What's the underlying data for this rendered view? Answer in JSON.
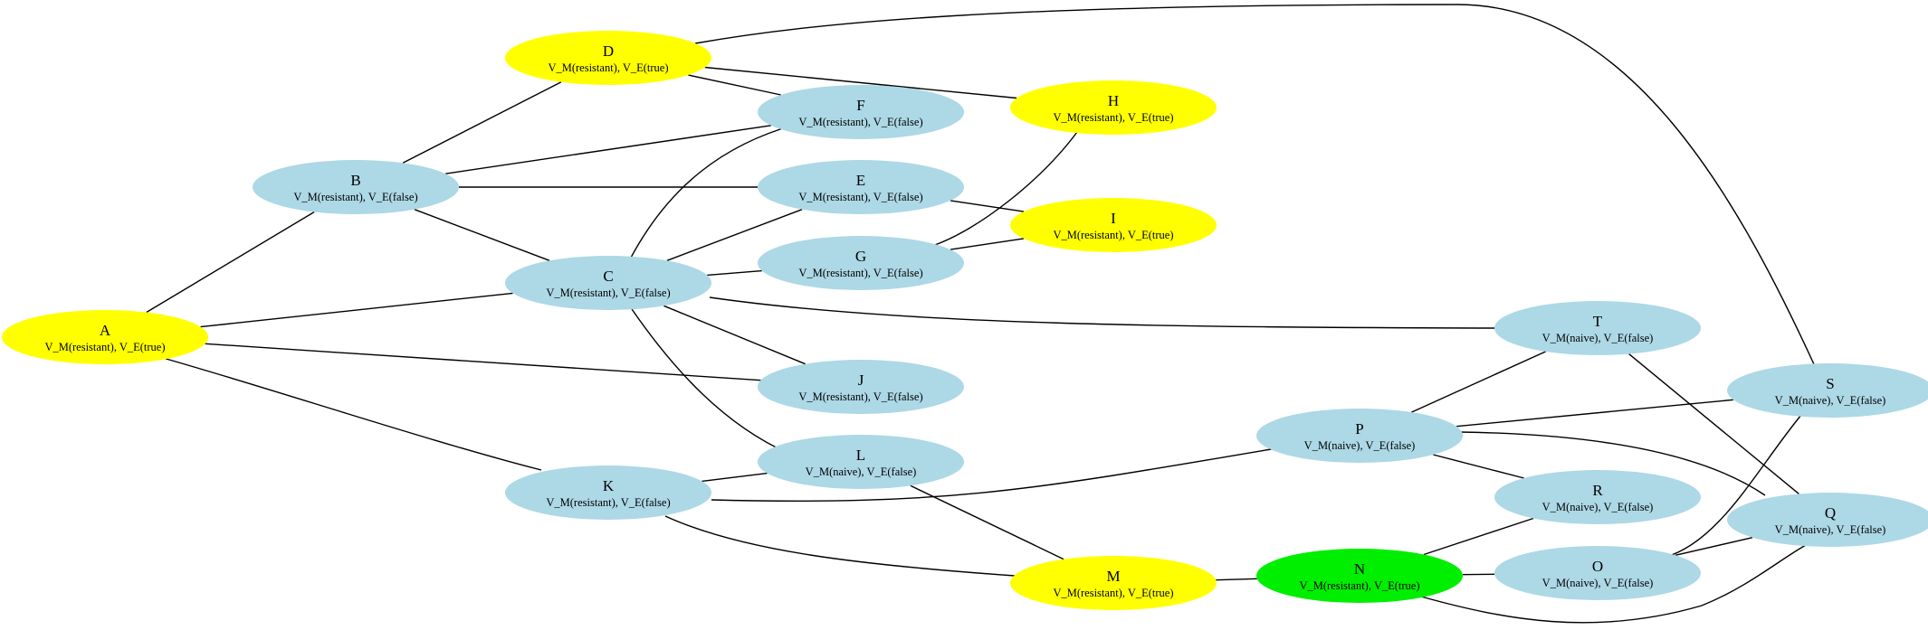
{
  "colors": {
    "yellow": "#ffff00",
    "lightblue": "#add8e6",
    "green": "#00ee00",
    "edge": "#000000"
  },
  "nodes": {
    "A": {
      "label": "A",
      "sub": "V_M(resistant), V_E(true)",
      "color": "yellow"
    },
    "B": {
      "label": "B",
      "sub": "V_M(resistant), V_E(false)",
      "color": "lightblue"
    },
    "C": {
      "label": "C",
      "sub": "V_M(resistant), V_E(false)",
      "color": "lightblue"
    },
    "D": {
      "label": "D",
      "sub": "V_M(resistant), V_E(true)",
      "color": "yellow"
    },
    "E": {
      "label": "E",
      "sub": "V_M(resistant), V_E(false)",
      "color": "lightblue"
    },
    "F": {
      "label": "F",
      "sub": "V_M(resistant), V_E(false)",
      "color": "lightblue"
    },
    "G": {
      "label": "G",
      "sub": "V_M(resistant), V_E(false)",
      "color": "lightblue"
    },
    "H": {
      "label": "H",
      "sub": "V_M(resistant), V_E(true)",
      "color": "yellow"
    },
    "I": {
      "label": "I",
      "sub": "V_M(resistant), V_E(true)",
      "color": "yellow"
    },
    "J": {
      "label": "J",
      "sub": "V_M(resistant), V_E(false)",
      "color": "lightblue"
    },
    "K": {
      "label": "K",
      "sub": "V_M(resistant), V_E(false)",
      "color": "lightblue"
    },
    "L": {
      "label": "L",
      "sub": "V_M(naive), V_E(false)",
      "color": "lightblue"
    },
    "M": {
      "label": "M",
      "sub": "V_M(resistant), V_E(true)",
      "color": "yellow"
    },
    "N": {
      "label": "N",
      "sub": "V_M(resistant), V_E(true)",
      "color": "green"
    },
    "O": {
      "label": "O",
      "sub": "V_M(naive), V_E(false)",
      "color": "lightblue"
    },
    "P": {
      "label": "P",
      "sub": "V_M(naive), V_E(false)",
      "color": "lightblue"
    },
    "Q": {
      "label": "Q",
      "sub": "V_M(naive), V_E(false)",
      "color": "lightblue"
    },
    "R": {
      "label": "R",
      "sub": "V_M(naive), V_E(false)",
      "color": "lightblue"
    },
    "S": {
      "label": "S",
      "sub": "V_M(naive), V_E(false)",
      "color": "lightblue"
    },
    "T": {
      "label": "T",
      "sub": "V_M(naive), V_E(false)",
      "color": "lightblue"
    }
  },
  "edges": [
    [
      "A",
      "B"
    ],
    [
      "A",
      "C"
    ],
    [
      "A",
      "J"
    ],
    [
      "A",
      "K"
    ],
    [
      "B",
      "D"
    ],
    [
      "B",
      "F"
    ],
    [
      "B",
      "E"
    ],
    [
      "B",
      "C"
    ],
    [
      "C",
      "F"
    ],
    [
      "C",
      "E"
    ],
    [
      "C",
      "G"
    ],
    [
      "C",
      "J"
    ],
    [
      "C",
      "L"
    ],
    [
      "C",
      "T"
    ],
    [
      "D",
      "F"
    ],
    [
      "D",
      "H"
    ],
    [
      "D",
      "S"
    ],
    [
      "E",
      "I"
    ],
    [
      "G",
      "H"
    ],
    [
      "G",
      "I"
    ],
    [
      "K",
      "L"
    ],
    [
      "K",
      "M"
    ],
    [
      "K",
      "P"
    ],
    [
      "L",
      "M"
    ],
    [
      "M",
      "N"
    ],
    [
      "N",
      "R"
    ],
    [
      "N",
      "O"
    ],
    [
      "N",
      "Q"
    ],
    [
      "O",
      "S"
    ],
    [
      "O",
      "Q"
    ],
    [
      "P",
      "T"
    ],
    [
      "P",
      "S"
    ],
    [
      "P",
      "R"
    ],
    [
      "P",
      "Q"
    ],
    [
      "T",
      "Q"
    ]
  ]
}
